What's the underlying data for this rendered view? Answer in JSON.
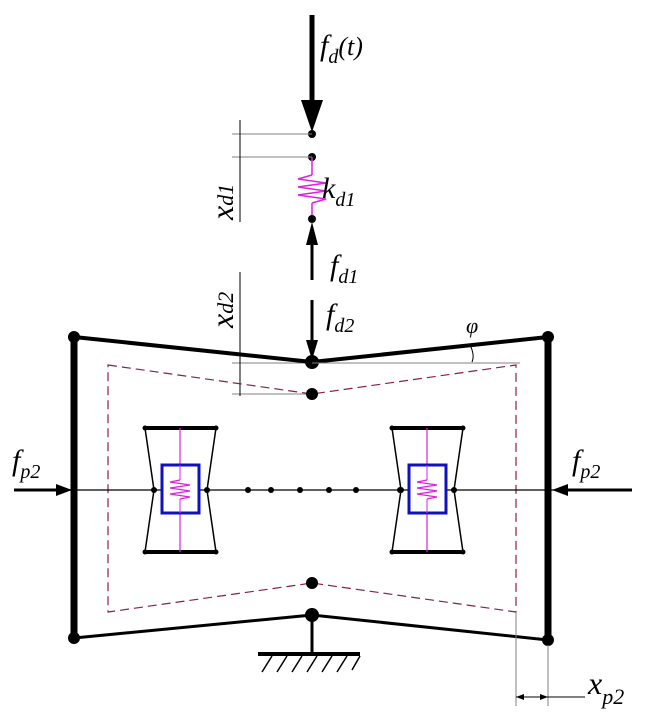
{
  "labels": {
    "fd_t": {
      "main": "f",
      "sub": "d",
      "tail": "(t)"
    },
    "xd1": {
      "main": "x",
      "sub": "d1"
    },
    "kd1": {
      "main": "k",
      "sub": "d1"
    },
    "fd1": {
      "main": "f",
      "sub": "d1"
    },
    "xd2": {
      "main": "x",
      "sub": "d2"
    },
    "fd2": {
      "main": "f",
      "sub": "d2"
    },
    "phi": "φ",
    "fp2_left": {
      "main": "f",
      "sub": "p2"
    },
    "fp2_right": {
      "main": "f",
      "sub": "p2"
    },
    "xp2": {
      "main": "x",
      "sub": "p2"
    }
  },
  "colors": {
    "spring": "#e020e0",
    "box": "#1010c0",
    "dashed": "#8b2040",
    "line": "#000000",
    "dim": "#808080"
  }
}
